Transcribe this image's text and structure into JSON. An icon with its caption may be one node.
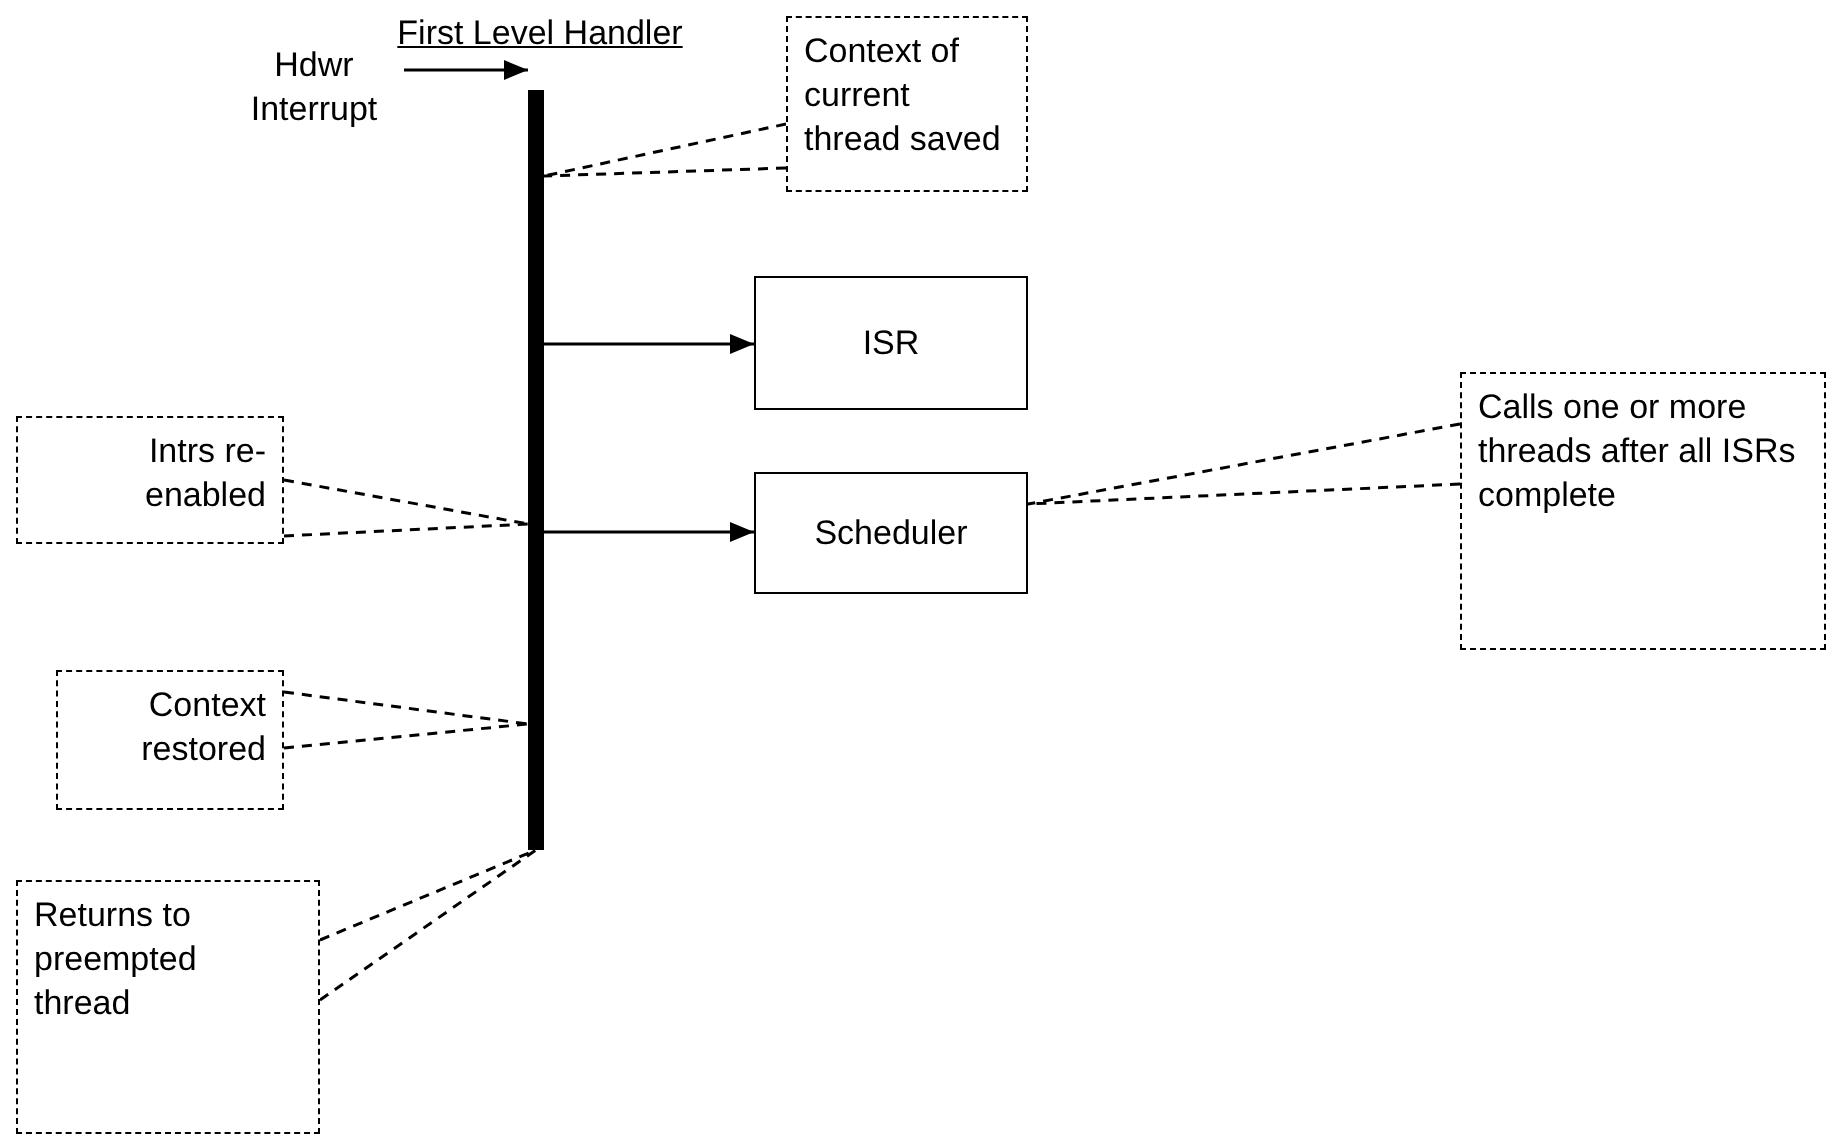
{
  "diagram": {
    "nodes": [
      {
        "text": [
          "First Level Handler"
        ]
      },
      {
        "text": [
          "Hdwr Interrupt"
        ]
      },
      {
        "text": [
          "Context of current thread saved"
        ]
      },
      {
        "text": [
          "ISR"
        ]
      },
      {
        "text": [
          "Intrs re-enabled"
        ]
      },
      {
        "text": [
          "Scheduler"
        ]
      },
      {
        "text": [
          "Calls one or more threads after all ISRs complete"
        ]
      },
      {
        "text": [
          "Context restored"
        ]
      },
      {
        "text": [
          "Returns to preempted thread"
        ]
      }
    ],
    "edges": [
      {
        "from": 1,
        "to": 0,
        "arrow": "to"
      },
      {
        "from": 2,
        "to": 0,
        "arrow": "none",
        "style": "dashed"
      },
      {
        "from": 0,
        "to": 3,
        "arrow": "to"
      },
      {
        "from": 4,
        "to": 0,
        "arrow": "none",
        "style": "dashed"
      },
      {
        "from": 0,
        "to": 5,
        "arrow": "to"
      },
      {
        "from": 6,
        "to": 5,
        "arrow": "none",
        "style": "dashed"
      },
      {
        "from": 7,
        "to": 0,
        "arrow": "none",
        "style": "dashed"
      },
      {
        "from": 8,
        "to": 0,
        "arrow": "none",
        "style": "dashed"
      }
    ]
  }
}
